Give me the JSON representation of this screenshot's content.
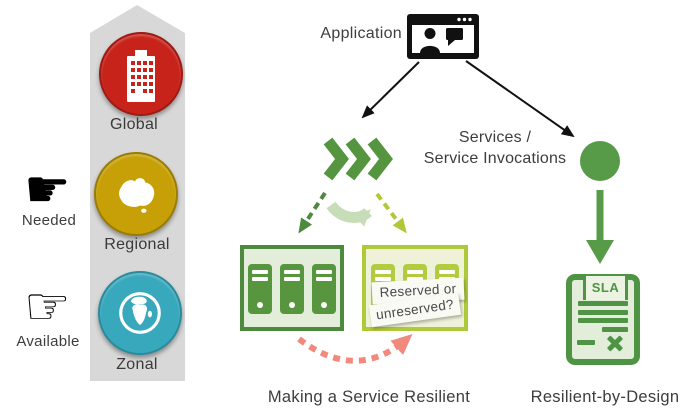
{
  "diagram": {
    "left_panel": {
      "needed_label": "Needed",
      "available_label": "Available",
      "levels": [
        {
          "label": "Global",
          "color": "#c8231b",
          "icon": "building-icon"
        },
        {
          "label": "Regional",
          "color": "#c7a007",
          "icon": "australia-icon"
        },
        {
          "label": "Zonal",
          "color": "#38a8bc",
          "icon": "globe-icon"
        }
      ]
    },
    "application": {
      "label": "Application"
    },
    "services": {
      "line1": "Services /",
      "line2": "Service Invocations"
    },
    "note": {
      "line1": "Reserved or",
      "line2": "unreserved?"
    },
    "sla": {
      "label": "SLA"
    },
    "captions": {
      "making_resilient": "Making a Service Resilient",
      "by_design": "Resilient-by-Design"
    },
    "colors": {
      "green": "#579a48",
      "dark_green_border": "#4e8a3d",
      "lime": "#aec939",
      "pale_green_fill": "#e3eeda",
      "lime_fill": "#eff2d8",
      "swoosh_green": "#c6ddb7",
      "salmon": "#f1897c",
      "gray_arrow": "#d8d8d8",
      "red": "#c8231b",
      "gold": "#c7a007",
      "teal": "#38a8bc",
      "black": "#111111"
    }
  }
}
